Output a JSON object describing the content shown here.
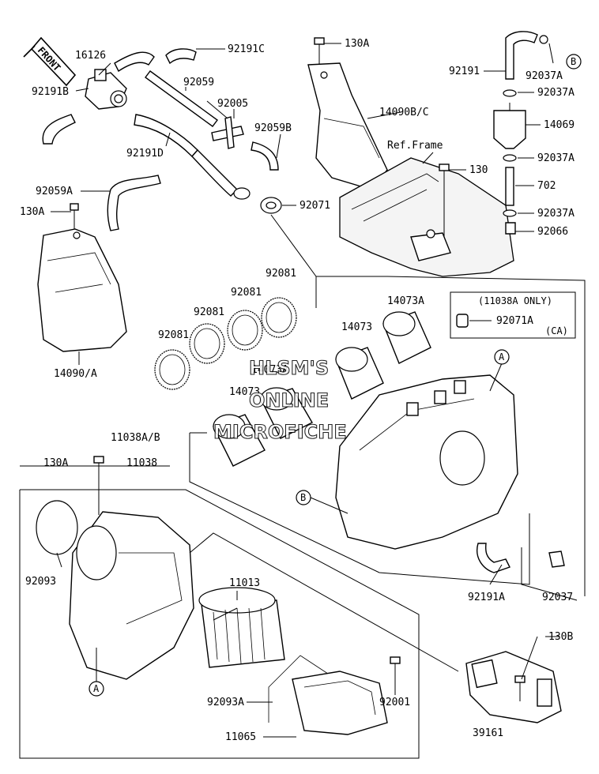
{
  "diagram": {
    "front_label": "FRONT",
    "ref_frame_label": "Ref.Frame",
    "only_note": "(11038A ONLY)",
    "ca_note": "(CA)",
    "watermark": [
      "HLSM'S",
      "ONLINE",
      "MICROFICHE"
    ],
    "callouts": {
      "a": "A",
      "b": "B"
    },
    "labels": {
      "p16126": "16126",
      "p92191B": "92191B",
      "p92191C": "92191C",
      "p92059": "92059",
      "p92005": "92005",
      "p92191D": "92191D",
      "p92059B": "92059B",
      "p92059A": "92059A",
      "p130A_top": "130A",
      "p14090BC": "14090B/C",
      "p130_frame": "130",
      "p92071": "92071",
      "p130A_left": "130A",
      "p14090A": "14090/A",
      "p92191": "92191",
      "p92037A_1": "92037A",
      "p92037A_2": "92037A",
      "p14069": "14069",
      "p92037A_3": "92037A",
      "p702": "702",
      "p92037A_4": "92037A",
      "p92066": "92066",
      "p92081_1": "92081",
      "p92081_2": "92081",
      "p92081_3": "92081",
      "p92081_4": "92081",
      "p14073A_1": "14073A",
      "p14073_1": "14073",
      "p14073A_2": "14073A",
      "p14073_2": "14073",
      "p92071A": "92071A",
      "p11038AB": "11038A/B",
      "p130A_mid": "130A",
      "p11038": "11038",
      "p92093": "92093",
      "p11013": "11013",
      "p92191A": "92191A",
      "p92037": "92037",
      "p130B": "130B",
      "p92093A": "92093A",
      "p92001": "92001",
      "p11065": "11065",
      "p39161": "39161"
    }
  }
}
